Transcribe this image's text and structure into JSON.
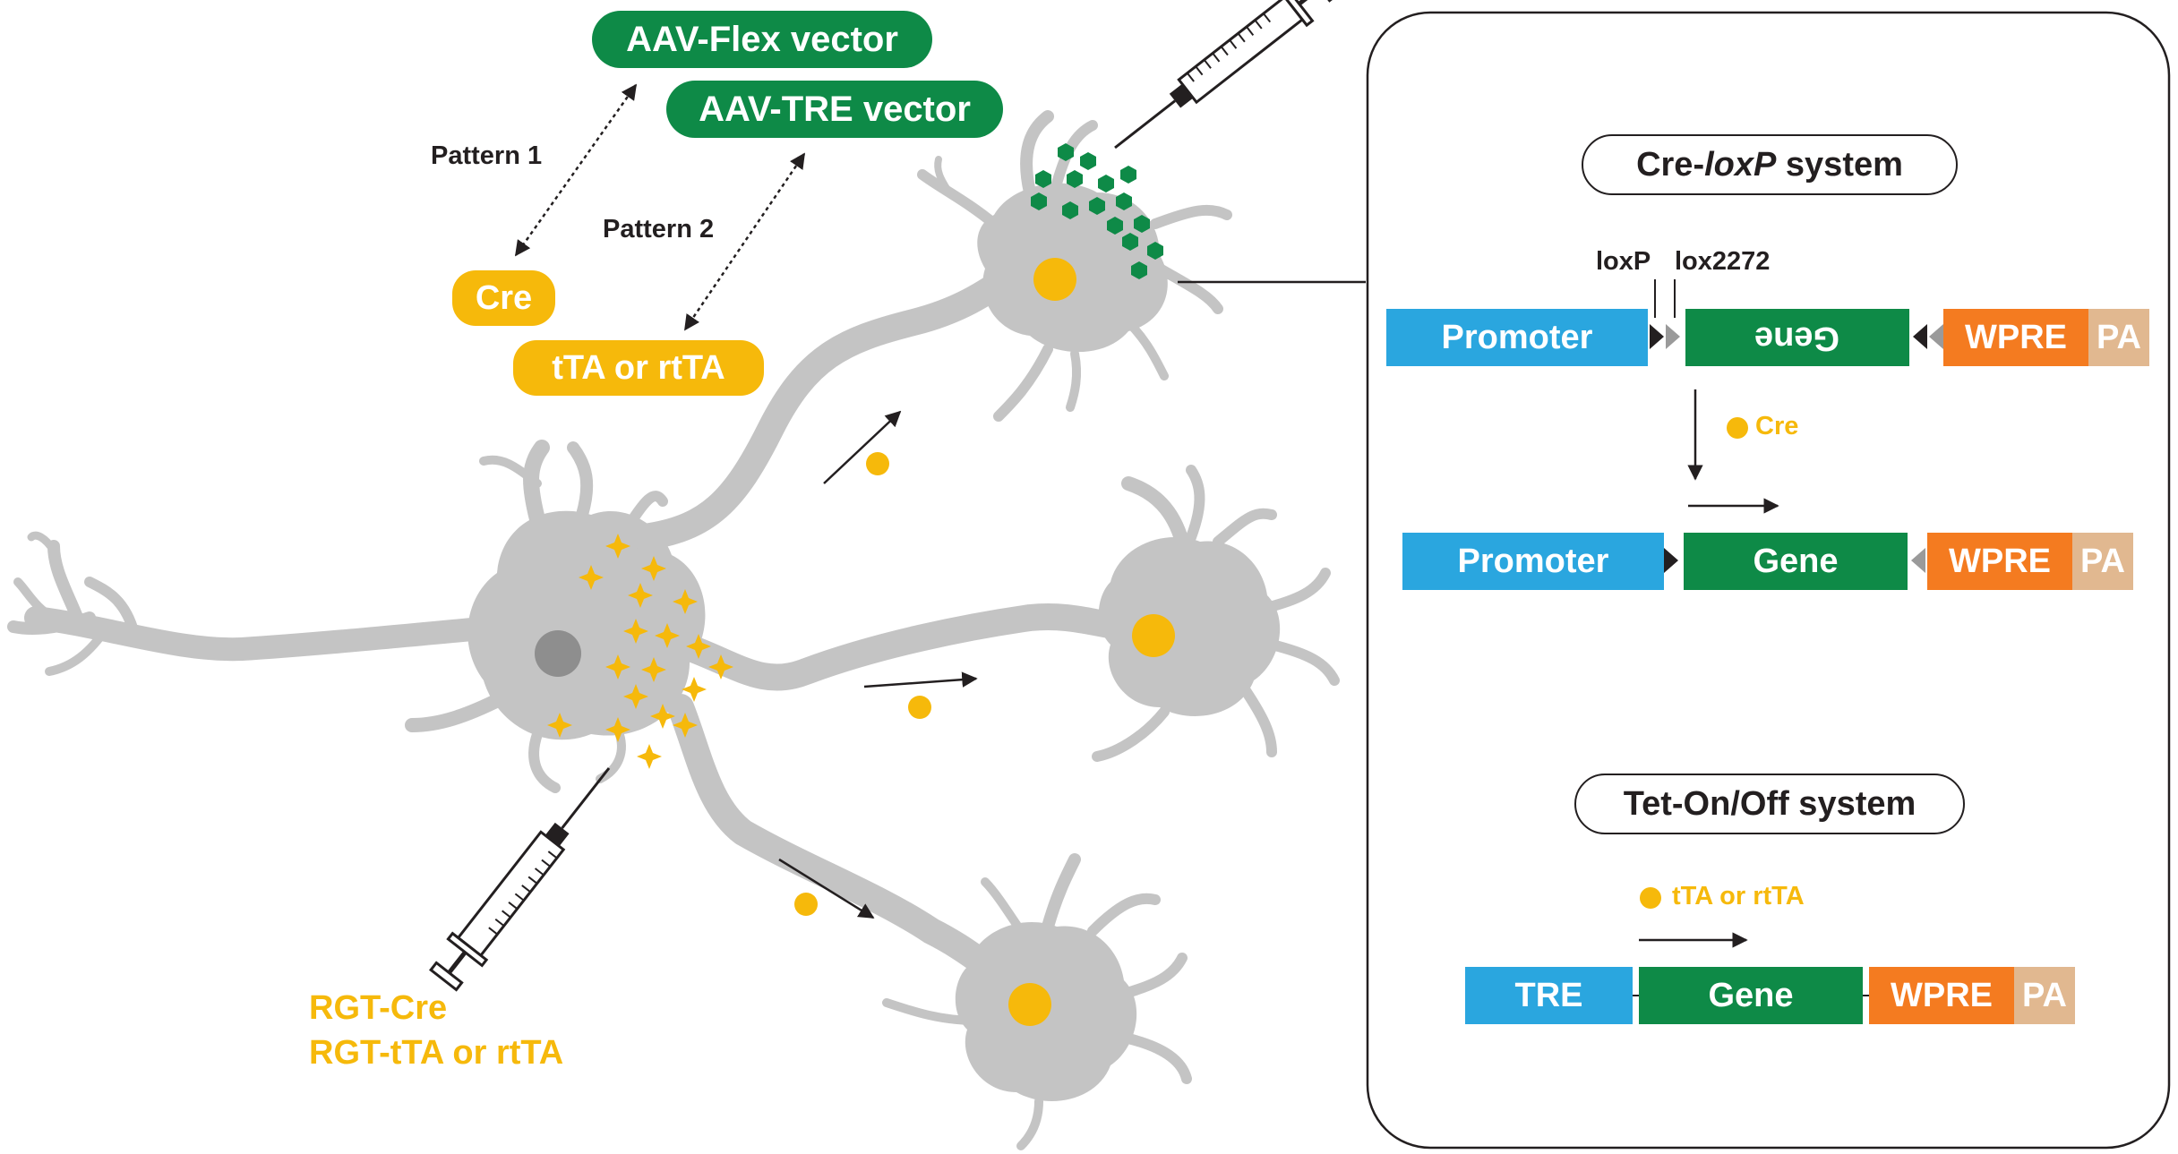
{
  "vectors": {
    "flex": "AAV-Flex vector",
    "tre": "AAV-TRE vector"
  },
  "patterns": {
    "p1": "Pattern 1",
    "p2": "Pattern 2"
  },
  "drivers": {
    "cre": "Cre",
    "tta": "tTA or rtTA"
  },
  "injection_labels": {
    "line1": "RGT-Cre",
    "line2": "RGT-tTA or rtTA"
  },
  "cre_lox": {
    "title_prefix": "Cre-",
    "title_italic": "loxP",
    "title_suffix": " system",
    "site1": "loxP",
    "site2": "lox2272",
    "promoter": "Promoter",
    "gene_inverted": "Gene",
    "wpre": "WPRE",
    "pa": "PA",
    "recombinase": "Cre",
    "promoter2": "Promoter",
    "gene": "Gene",
    "wpre2": "WPRE",
    "pa2": "PA"
  },
  "tet": {
    "title": "Tet-On/Off system",
    "activator": "tTA or rtTA",
    "tre": "TRE",
    "gene": "Gene",
    "wpre": "WPRE",
    "pa": "PA"
  },
  "colors": {
    "green": "#0e8a47",
    "yellow": "#f6b90b",
    "blue": "#2aa6df",
    "orange": "#f47b20",
    "tan": "#e1b890",
    "neuron": "#c4c4c4"
  }
}
